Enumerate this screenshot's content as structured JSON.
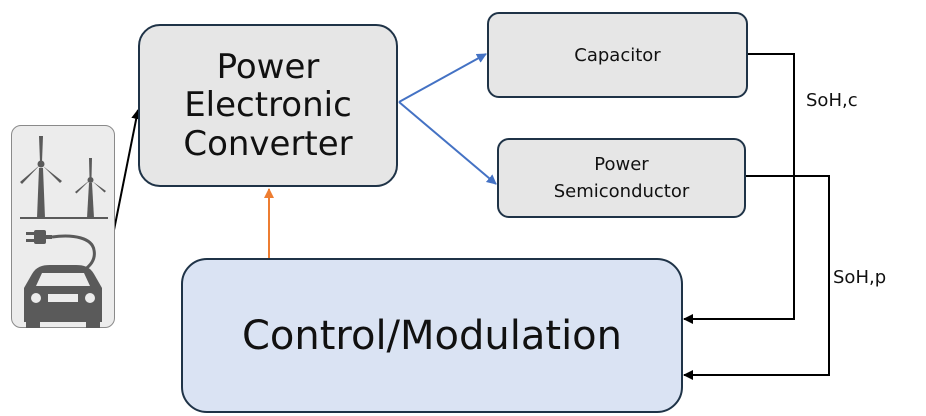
{
  "blocks": {
    "power_electronic_converter": [
      "Power",
      "Electronic",
      "Converter"
    ],
    "capacitor": "Capacitor",
    "power_semiconductor": [
      "Power",
      "Semiconductor"
    ],
    "control_modulation": "Control/Modulation"
  },
  "signals": {
    "soh_capacitor": "SoH,c",
    "soh_semiconductor": "SoH,p"
  },
  "sources": {
    "icons": [
      "wind-turbine-icon",
      "electric-car-charging-icon"
    ]
  },
  "colors": {
    "block_gray": "#e6e6e6",
    "block_blue": "#dae3f3",
    "block_border": "#1f3347",
    "arrow_blue": "#4472c4",
    "arrow_orange": "#ed7d31",
    "arrow_black": "#000000",
    "icon_gray": "#5a5a5a"
  }
}
